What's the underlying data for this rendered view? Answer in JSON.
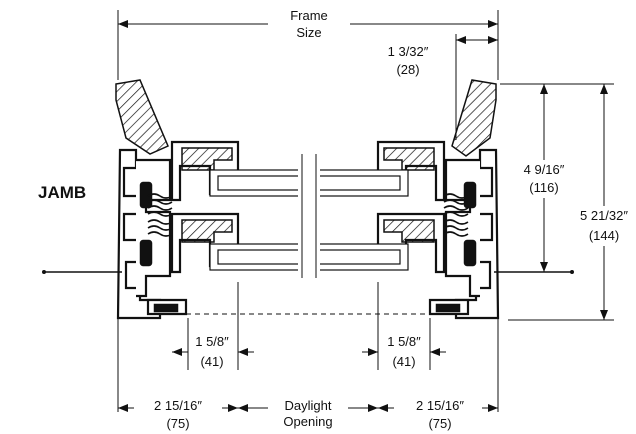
{
  "section_label": "JAMB",
  "dimensions": {
    "frame_size": {
      "line1": "Frame",
      "line2": "Size"
    },
    "top_offset": {
      "imperial": "1 3/32″",
      "metric": "(28)"
    },
    "sash_height": {
      "imperial": "4 9/16″",
      "metric": "(116)"
    },
    "overall_height": {
      "imperial": "5 21/32″",
      "metric": "(144)"
    },
    "left_sightline": {
      "imperial": "1 5/8″",
      "metric": "(41)"
    },
    "right_sightline": {
      "imperial": "1 5/8″",
      "metric": "(41)"
    },
    "left_frame": {
      "imperial": "2 15/16″",
      "metric": "(75)"
    },
    "right_frame": {
      "imperial": "2 15/16″",
      "metric": "(75)"
    },
    "daylight_opening": {
      "line1": "Daylight",
      "line2": "Opening"
    }
  }
}
